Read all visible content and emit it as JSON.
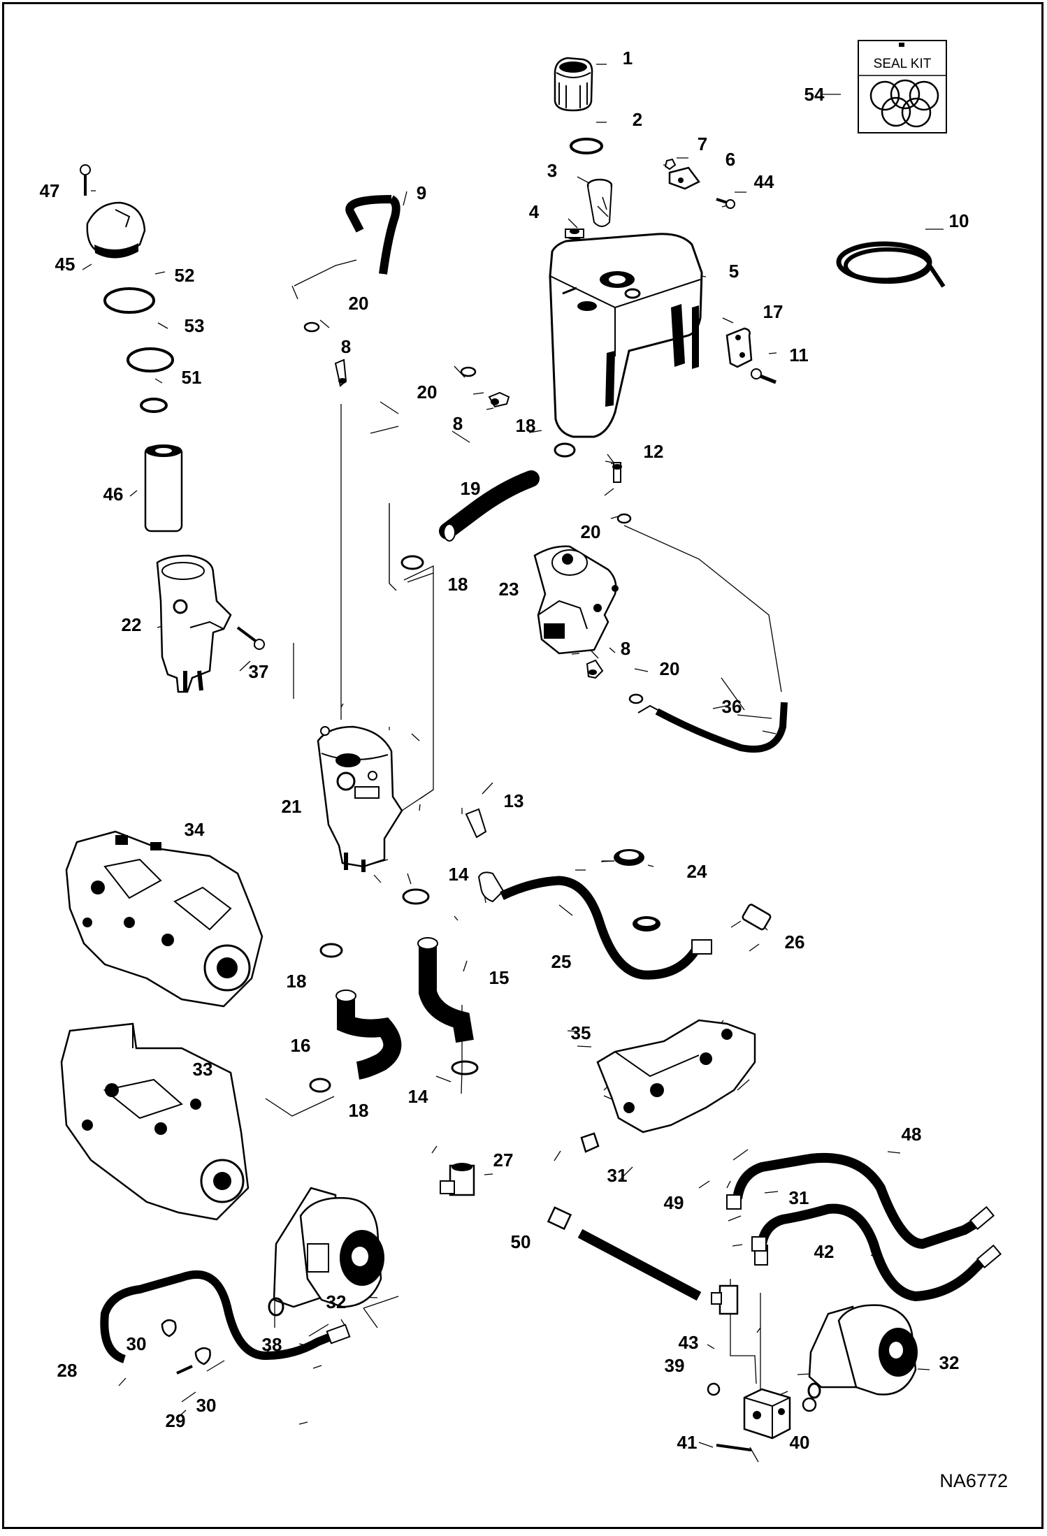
{
  "figure_id": "NA6772",
  "seal_kit": {
    "label": "SEAL KIT",
    "callout": "54"
  },
  "callouts": [
    {
      "id": "c1",
      "text": "1"
    },
    {
      "id": "c2",
      "text": "2"
    },
    {
      "id": "c3",
      "text": "3"
    },
    {
      "id": "c4",
      "text": "4"
    },
    {
      "id": "c5",
      "text": "5"
    },
    {
      "id": "c6",
      "text": "6"
    },
    {
      "id": "c7",
      "text": "7"
    },
    {
      "id": "c8a",
      "text": "8"
    },
    {
      "id": "c8b",
      "text": "8"
    },
    {
      "id": "c8c",
      "text": "8"
    },
    {
      "id": "c9",
      "text": "9"
    },
    {
      "id": "c10",
      "text": "10"
    },
    {
      "id": "c11",
      "text": "11"
    },
    {
      "id": "c12",
      "text": "12"
    },
    {
      "id": "c13",
      "text": "13"
    },
    {
      "id": "c14a",
      "text": "14"
    },
    {
      "id": "c14b",
      "text": "14"
    },
    {
      "id": "c15",
      "text": "15"
    },
    {
      "id": "c16",
      "text": "16"
    },
    {
      "id": "c17",
      "text": "17"
    },
    {
      "id": "c18a",
      "text": "18"
    },
    {
      "id": "c18b",
      "text": "18"
    },
    {
      "id": "c18c",
      "text": "18"
    },
    {
      "id": "c18d",
      "text": "18"
    },
    {
      "id": "c19",
      "text": "19"
    },
    {
      "id": "c20a",
      "text": "20"
    },
    {
      "id": "c20b",
      "text": "20"
    },
    {
      "id": "c20c",
      "text": "20"
    },
    {
      "id": "c20d",
      "text": "20"
    },
    {
      "id": "c21",
      "text": "21"
    },
    {
      "id": "c22",
      "text": "22"
    },
    {
      "id": "c23",
      "text": "23"
    },
    {
      "id": "c24",
      "text": "24"
    },
    {
      "id": "c25",
      "text": "25"
    },
    {
      "id": "c26",
      "text": "26"
    },
    {
      "id": "c27",
      "text": "27"
    },
    {
      "id": "c28",
      "text": "28"
    },
    {
      "id": "c29",
      "text": "29"
    },
    {
      "id": "c30a",
      "text": "30"
    },
    {
      "id": "c30b",
      "text": "30"
    },
    {
      "id": "c31a",
      "text": "31"
    },
    {
      "id": "c31b",
      "text": "31"
    },
    {
      "id": "c32a",
      "text": "32"
    },
    {
      "id": "c32b",
      "text": "32"
    },
    {
      "id": "c33",
      "text": "33"
    },
    {
      "id": "c34",
      "text": "34"
    },
    {
      "id": "c35",
      "text": "35"
    },
    {
      "id": "c36",
      "text": "36"
    },
    {
      "id": "c37",
      "text": "37"
    },
    {
      "id": "c38",
      "text": "38"
    },
    {
      "id": "c39",
      "text": "39"
    },
    {
      "id": "c40",
      "text": "40"
    },
    {
      "id": "c41",
      "text": "41"
    },
    {
      "id": "c42",
      "text": "42"
    },
    {
      "id": "c43",
      "text": "43"
    },
    {
      "id": "c44",
      "text": "44"
    },
    {
      "id": "c45",
      "text": "45"
    },
    {
      "id": "c46",
      "text": "46"
    },
    {
      "id": "c47",
      "text": "47"
    },
    {
      "id": "c48",
      "text": "48"
    },
    {
      "id": "c49",
      "text": "49"
    },
    {
      "id": "c50",
      "text": "50"
    },
    {
      "id": "c51",
      "text": "51"
    },
    {
      "id": "c52",
      "text": "52"
    },
    {
      "id": "c53",
      "text": "53"
    }
  ]
}
